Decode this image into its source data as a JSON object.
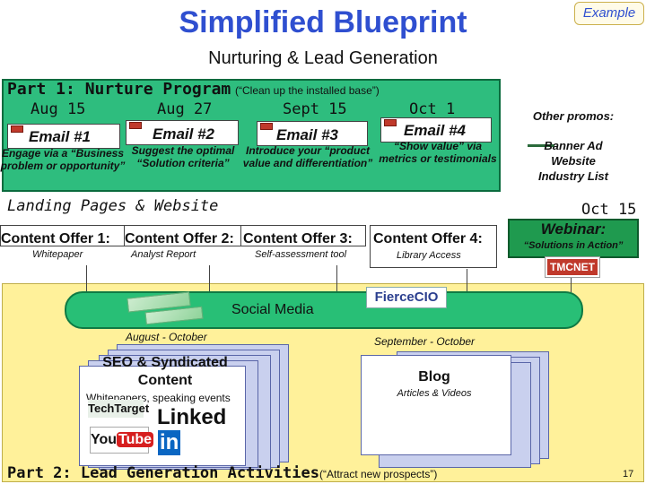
{
  "title": "Simplified Blueprint",
  "badge": "Example",
  "subtitle": "Nurturing & Lead Generation",
  "part1": {
    "heading": "Part 1: Nurture Program",
    "note": "(“Clean up the installed base”)",
    "dates": [
      "Aug 15",
      "Aug 27",
      "Sept 15",
      "Oct 1"
    ],
    "emails": [
      {
        "label": "Email #1",
        "desc": "Engage via a “Business problem or opportunity”"
      },
      {
        "label": "Email #2",
        "desc": "Suggest the optimal “Solution criteria”"
      },
      {
        "label": "Email #3",
        "desc": "Introduce your “product value and differentiation”"
      },
      {
        "label": "Email #4",
        "desc": "“Show value” via metrics or testimonials"
      }
    ]
  },
  "promos": {
    "heading": "Other promos:",
    "items": [
      "Banner Ad",
      "Website",
      "Industry List"
    ]
  },
  "landing": {
    "heading": "Landing Pages & Website",
    "date": "Oct 15",
    "offers": [
      {
        "title": "Content Offer 1:",
        "sub": "Whitepaper"
      },
      {
        "title": "Content Offer 2:",
        "sub": "Analyst Report"
      },
      {
        "title": "Content Offer 3:",
        "sub": "Self-assessment tool"
      },
      {
        "title": "Content Offer 4:",
        "sub": "Library Access"
      }
    ]
  },
  "webinar": {
    "title": "Webinar:",
    "note": "“Solutions in Action”",
    "logo": "TMCNET"
  },
  "part2": {
    "social_label": "Social Media",
    "fiercecio_logo": "FierceCIO",
    "season_left": "August - October",
    "season_right": "September - October",
    "seo_title": "SEO & Syndicated Content",
    "seo_sub": "Whitepapers, speaking events",
    "blog_title": "Blog",
    "blog_sub": "Articles & Videos",
    "logos": {
      "techtarget": "TechTarget",
      "linkedin_a": "Linked",
      "linkedin_b": "in",
      "youtube_a": "You",
      "youtube_b": "Tube"
    },
    "heading": "Part 2: Lead Generation Activities",
    "note": "(“Attract new prospects”)"
  },
  "page_number": "17",
  "colors": {
    "title_blue": "#2f4fd0",
    "nurture_green": "#2ebd7e",
    "webinar_green": "#1f9a4f",
    "lead_yellow": "#fff19a"
  }
}
